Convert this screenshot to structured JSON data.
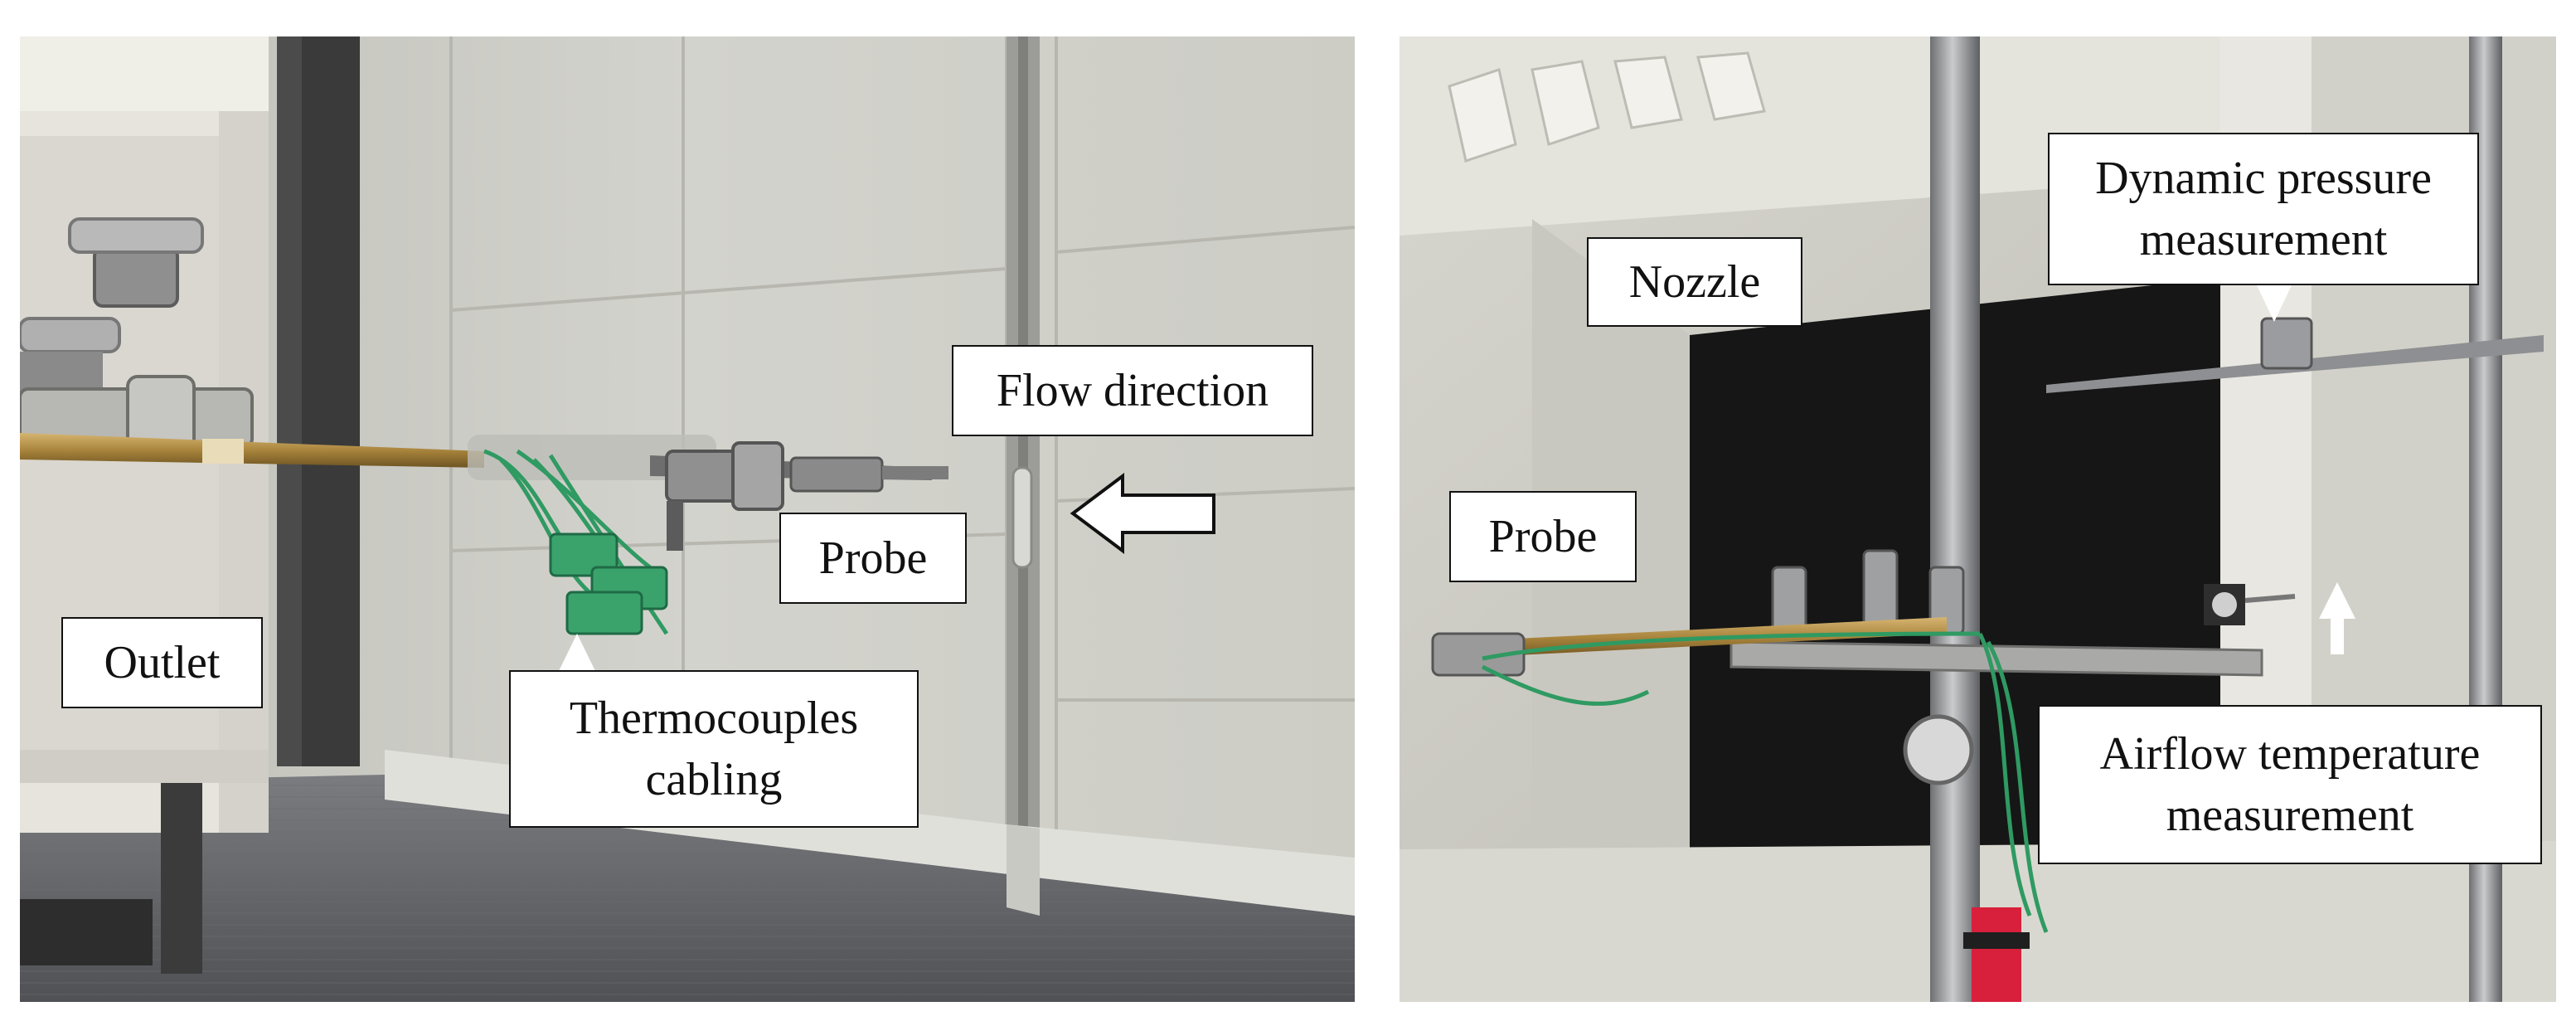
{
  "figure": {
    "left_panel": {
      "labels": {
        "outlet": "Outlet",
        "flow_direction": "Flow direction",
        "probe": "Probe",
        "thermocouples_line1": "Thermocouples",
        "thermocouples_line2": "cabling"
      }
    },
    "right_panel": {
      "labels": {
        "nozzle": "Nozzle",
        "probe": "Probe",
        "dynamic_line1": "Dynamic pressure",
        "dynamic_line2": "measurement",
        "airflow_line1": "Airflow temperature",
        "airflow_line2": "measurement"
      }
    }
  },
  "colors": {
    "wall": "#cfcfc9",
    "dark_opening": "#161616",
    "floor": "#5e6064",
    "brass_rod": "#a8843c",
    "cable_green": "#2f9a62",
    "arrow": "#ffffff"
  }
}
